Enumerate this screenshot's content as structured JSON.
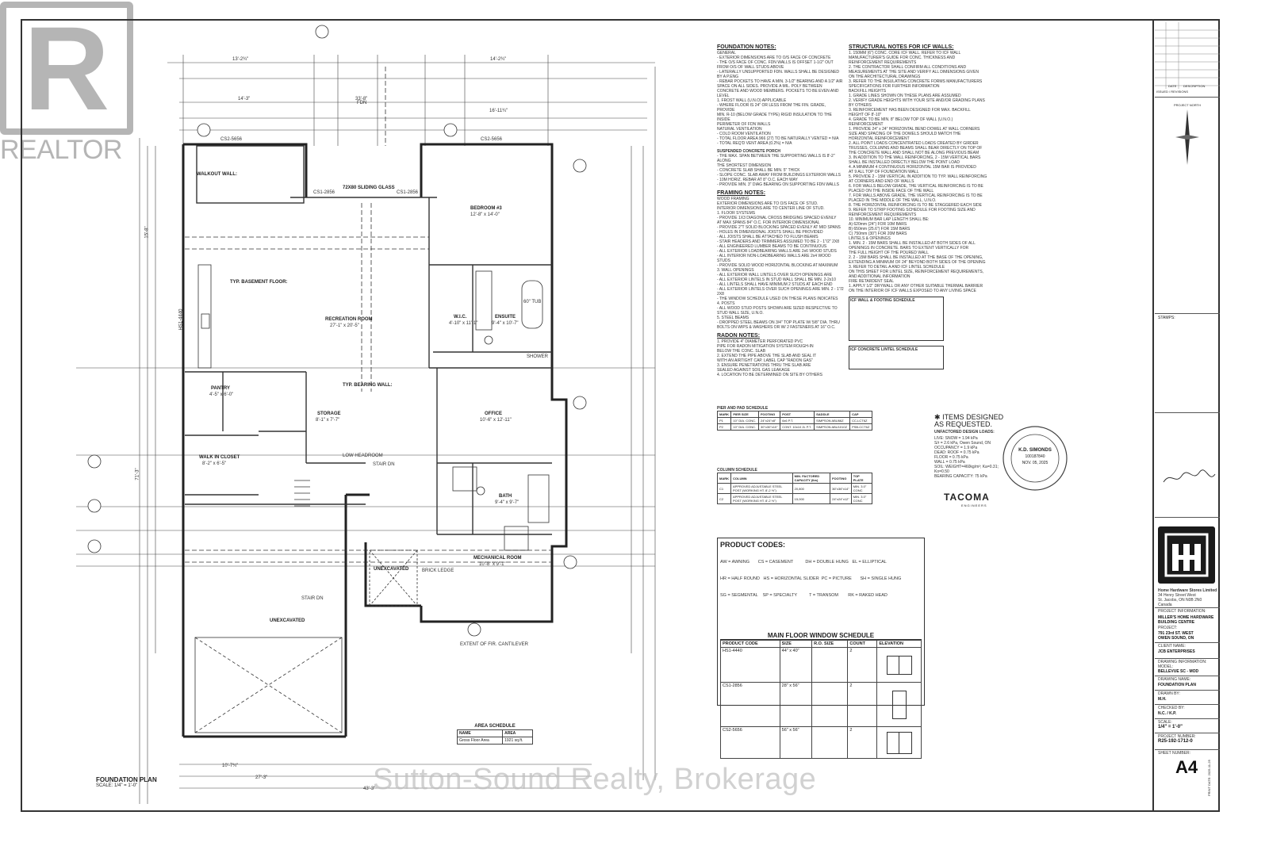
{
  "watermarks": {
    "realtor": "REALTOR",
    "brokerage": "Sutton-Sound Realty, Brokerage"
  },
  "plan": {
    "title": "FOUNDATION PLAN",
    "scale": "SCALE: 1/4\" = 1'-0\"",
    "rooms": {
      "walkout_wall": "WALKOUT WALL:",
      "bedroom": "BEDROOM #3",
      "bedroom_size": "12'-8\" x 14'-0\"",
      "wic": "W.I.C.",
      "wic_size": "4'-10\" x 11'-1\"",
      "ensuite": "ENSUITE",
      "ensuite_size": "9'-4\" x 10'-7\"",
      "recreation": "RECREATION ROOM",
      "recreation_size": "27'-1\" x 20'-5\"",
      "typ_basement_floor": "TYP. BASEMENT FLOOR:",
      "typ_bearing_wall": "TYP. BEARING WALL:",
      "pantry": "PANTRY",
      "pantry_size": "4'-5\" x 6'-0\"",
      "storage": "STORAGE",
      "storage_size": "8'-1\" x 7'-7\"",
      "walkin_closet": "WALK IN CLOSET",
      "walkin_closet_size": "8'-2\" x 6'-5\"",
      "office": "OFFICE",
      "office_size": "10'-6\" x 12'-11\"",
      "bath": "BATH",
      "bath_size": "9'-4\" x 9'-7\"",
      "mechanical": "MECHANICAL ROOM",
      "mechanical_size": "10'-8\" x 9'-1\"",
      "unexcavated": "UNEXCAVATED",
      "unexcavated2": "UNEXCAVATED",
      "stair_dn": "STAIR DN",
      "stair_dn2": "STAIR DN",
      "low_headroom": "LOW HEADROOM",
      "sliding_glass": "72X80 SLIDING GLASS",
      "tub": "60\" TUB",
      "shower": "SHOWER"
    },
    "labels": {
      "cs2_5656_a": "CS2-5656",
      "cs2_5656_b": "CS2-5656",
      "cs1_2856_a": "CS1-2856",
      "cs1_2856_b": "CS1-2856",
      "hs1_4440": "HS1-4440",
      "brick_ledge": "BRICK LEDGE",
      "fdn": "FDN",
      "extent": "EXTENT OF FIR. CANTILEVER"
    },
    "dims": {
      "top1": "13'-2¾\"",
      "top2": "14'-2¾\"",
      "top3": "14'-3\"",
      "top4": "33'-8\"",
      "top5": "16'-11¾\"",
      "left1": "15'-8\"",
      "left2": "71'-3\"",
      "bot1": "10'-7¾\"",
      "bot2": "27'-3\"",
      "bot3": "43'-3\""
    }
  },
  "notes": {
    "foundation_title": "FOUNDATION NOTES:",
    "foundation_lines": [
      "GENERAL",
      "- EXTERIOR DIMENSIONS ARE TO O/S FACE OF CONCRETE",
      "- THE O/S FACE OF CONC. FDN WALLS IS OFFSET 1-1/2\" OUT",
      "  FROM O/S OF WALL STUDS ABOVE",
      "- LATERALLY UNSUPPORTED FDN. WALLS SHALL BE DESIGNED",
      "  BY A P.ENG",
      "- REBAR POCKETS TO HAVE A MIN. 3-1/2\" BEARING AND A 1/2\" AIR",
      "  SPACE ON ALL SIDES. PROVIDE A MIL. POLY BETWEEN",
      "  CONCRETE AND WOOD MEMBERS. POCKETS TO BE EVEN AND LEVEL",
      "1. FROST WALL (U.N.O) APPLICABLE",
      "- WHERE FLOOR IS 24\" OR LESS FROM THE FIN. GRADE, PROVIDE",
      "  MIN. R-10 (BELOW GRADE TYPE) RIGID INSULATION TO THE INSIDE",
      "  PERIMETER OF FDN WALLS",
      "NATURAL VENTILATION",
      "- COLD ROOM VENTILATION",
      "- TOTAL FLOOR AREA 966 (27) TO BE NATURALLY VENTED = N/A",
      "- TOTAL REQ'D VENT AREA (0.2%) = N/A"
    ],
    "suspended_title": "SUSPENDED CONCRETE PORCH",
    "suspended_lines": [
      "- THE MAX. SPAN BETWEEN THE SUPPORTING WALLS IS 8'-2\" ALONG",
      "  THE SHORTEST DIMENSION",
      "- CONCRETE SLAB SHALL BE MIN. 5\" THICK",
      "- SLOPE CONC. SLAB AWAY FROM BUILDINGS EXTERIOR WALLS",
      "- 10M HORIZ. REBAR AT 8\" O.C. EACH WAY",
      "- PROVIDE MIN. 3\" DIAG BEARING ON SUPPORTING FDN WALLS"
    ],
    "framing_title": "FRAMING NOTES:",
    "framing_lines": [
      "WOOD FRAMING",
      "EXTERIOR DIMENSIONS ARE TO O/S FACE OF STUD.",
      "INTERIOR DIMENSIONS ARE TO CENTER LINE OF STUD.",
      "1. FLOOR SYSTEMS",
      "- PROVIDE 1X3 DIAGONAL CROSS BRIDGING SPACED EVENLY",
      "  AT MAX SPANS 84\" O.C. FOR INTERIOR DIMENSIONAL",
      "- PROVIDE 2\"T SOLID BLOCKING SPACED EVENLY AT MID SPANS",
      "- HOLES IN DIMENSIONAL JOISTS SHALL BE PROVIDED",
      "- ALL JOISTS SHALL BE ATTACHED TO FLUSH BEAMS",
      "- STAIR HEADERS AND TRIMMERS ASSUMED TO BE 2 - 1\"/2\" 2X8",
      "- ALL ENGINEERED LUMBER BEAMS TO BE CONTINUOUS",
      "- ALL EXTERIOR LOADBEARING WALLS ARE 2x6 WOOD STUDS",
      "- ALL INTERIOR NON-LOADBEARING WALLS ARE 2x4 WOOD STUDS",
      "- PROVIDE SOLID WOOD HORIZONTAL BLOCKING AT MAXIMUM",
      "3. WALL OPENINGS",
      "- ALL EXTERIOR WALL LINTELS OVER SUCH OPENINGS ARE",
      "- ALL EXTERIOR LINTELS IN STUD WALL SHALL BE MIN. 2-2x10",
      "- ALL LINTELS SHALL HAVE MINIMUM 2 STUDS AT EACH END",
      "- ALL EXTERIOR LINTELS OVER SUCH OPENINGS ARE MIN. 2 - 1\"/2 2X8",
      "- THE WINDOW SCHEDULE USED ON THESE PLANS INDICATES",
      "4. POSTS",
      "- ALL WOOD STUD POSTS SHOWN ARE SIZED RESPECTIVE TO",
      "  STUD WALL SIZE, U.N.O.",
      "5. STEEL BEAMS",
      "- DROPPED STEEL BEAMS ON 3/4\" TOP PLATE W/ 5/8\" DIA. THRU",
      "  BOLTS ON WIPS & WASHERS OR W/ 2 FASTENERS AT 16\" O.C."
    ],
    "radon_title": "RADON NOTES:",
    "radon_lines": [
      "1. PROVIDE 4\" DIAMETER PERFORATED PVC",
      "   PIPE FOR RADON MITIGATION SYSTEM ROUGH-IN",
      "   BELOW THE CONC. SLAB",
      "2. EXTEND THE PIPE ABOVE THE SLAB AND SEAL IT",
      "   WITH AN AIRTIGHT CAP. LABEL CAP \"RADON GAS\"",
      "3. ENSURE PENETRATIONS THRU THE SLAB ARE",
      "   SEALED AGAINST SOIL GAS LEAKAGE",
      "4. LOCATION TO BE DETERMINED ON SITE BY OTHERS"
    ],
    "icf_title": "STRUCTURAL NOTES FOR ICF WALLS:",
    "icf_lines": [
      "1. 150MM (6\") CONC. CORE ICF WALL. REFER TO ICF WALL",
      "   MANUFACTURER'S GUIDE FOR CONC. THICKNESS AND",
      "   REINFORCEMENT REQUIREMENTS",
      "2. THE CONTRACTOR SHALL CONFIRM ALL CONDITIONS AND",
      "   MEASUREMENTS AT THE SITE AND VERIFY ALL DIMENSIONS GIVEN",
      "   ON THE ARCHITECTURAL DRAWINGS",
      "3. REFER TO THE INSULATING CONCRETE FORMS MANUFACTURERS",
      "   SPECIFICATIONS FOR FURTHER INFORMATION",
      "BACKFILL HEIGHTS",
      "1. GRADE LINES SHOWN ON THESE PLANS ARE ASSUMED",
      "2. VERIFY GRADE HEIGHTS WITH YOUR SITE AND/OR GRADING PLANS",
      "   BY OTHERS",
      "3. REINFORCEMENT HAS BEEN DESIGNED FOR MAX. BACKFILL",
      "   HEIGHT OF 8'-10\"",
      "4. GRADE TO BE MIN. 8\" BELOW TOP OF WALL (U.N.O.)",
      "REINFORCEMENT",
      "1. PROVIDE 24\" x 24\" HORIZONTAL BEND DOWEL AT WALL CORNERS",
      "   SIZE AND SPACING OF THE DOWELS SHOULD MATCH THE",
      "   HORIZONTAL REINFORCEMENT",
      "2. ALL POINT LOADS CONCENTRATED LOADS CREATED BY GIRDER",
      "   TRUSSES, COLUMNS AND BEAMS SHALL BEAR DIRECTLY ON TOP OF",
      "   THE CONCRETE WALL AND SHALL NOT BE ALONG PREVIOUS BEAM",
      "3. IN ADDITION TO THE WALL REINFORCING, 2 - 15M VERTICAL BARS",
      "   SHALL BE INSTALLED DIRECTLY BELOW THE POINT LOAD",
      "4. A MINIMUM 4 CONTINUOUS HORIZONTAL 15M BAR IS PROVIDED",
      "   AT 9 ALL TOP OF FOUNDATION WALL",
      "5. PROVIDE 2 - 15M VERTICAL IN ADDITION TO TYP. WALL REINFORCING",
      "   AT CORNERS AND END OF WALLS",
      "6. FOR WALLS BELOW GRADE, THE VERTICAL REINFORCING IS TO BE",
      "   PLACED ON THE INSIDE FACE OF THE WALL",
      "7. FOR WALLS ABOVE GRADE, THE VERTICAL REINFORCING IS TO BE",
      "   PLACED IN THE MIDDLE OF THE WALL, U.N.O.",
      "8. THE HORIZONTAL REINFORCING IS TO BE STAGGERED EACH SIDE",
      "9. REFER TO STRIP FOOTING SCHEDULE FOR FOOTING SIZE AND",
      "   REINFORCEMENT REQUIREMENTS",
      "10. MINIMUM BAR LAP LENGTH SHALL BE:",
      "    A) 620mm (24\") FOR 10M BARS",
      "    B) 650mm (25.6\") FOR 15M BARS",
      "    C) 750mm (30\") FOR 20M BARS",
      "LINTELS & OPENINGS",
      "1. MIN. 2 - 15M BARS SHALL BE INSTALLED AT BOTH SIDES OF ALL",
      "   OPENINGS IN CONCRETE. BARS TO EXTENT VERTICALLY FOR",
      "   THE FULL HEIGHT OF THE POURED WALL",
      "2. 2 - 15M BARS SHALL BE INSTALLED AT THE BASE OF THE OPENING,",
      "   EXTENDING A MINIMUM OF 24\" BEYOND BOTH SIDES OF THE OPENING",
      "3. REFER TO DETAIL A AND ICF LINTEL SCHEDULE",
      "   ON THIS SHEET FOR LINTEL SIZE, REINFORCEMENT REQUIREMENTS,",
      "   AND ADDITIONAL INFORMATION",
      "FIRE RETARDENT SEAL",
      "1. APPLY 1/2\" DRYWALL OR ANY OTHER SUITABLE THERMAL BARRIER",
      "   ON THE INTERIOR OF ICF WALLS EXPOSED TO ANY LIVING SPACE"
    ],
    "icf_schedule_title": "ICF WALL & FOOTING SCHEDULE",
    "icf_lintel_title": "ICF CONCRETE LINTEL SCHEDULE"
  },
  "pier_schedule": {
    "title": "PIER AND PAD SCHEDULE",
    "headers": [
      "MARK",
      "PIER SIZE",
      "FOOTING",
      "POST",
      "SADDLE",
      "CAP"
    ],
    "rows": [
      [
        "P1",
        "10\" DIA. CONC.",
        "24\"x24\"x8\"",
        "6x6 P.T.",
        "SIMPSON ABU66Z",
        "CC-LCT6Z"
      ],
      [
        "P2",
        "10\" DIA. CONC.",
        "30\"x30\"x10\"",
        "CONT. 10x10 2L P.T.",
        "SIMPSON ABU1010Z",
        "PSB-CCT6Z"
      ]
    ]
  },
  "column_schedule": {
    "title": "COLUMN SCHEDULE",
    "headers": [
      "MARK",
      "COLUMN",
      "MIN. FACTORED CAPACITY (lbs)",
      "FOOTING",
      "TOP PLATE"
    ],
    "rows": [
      [
        "C1",
        "APPROVED ADJUSTABLE STEEL POST (WORKING HT. 8'-2 ½\")",
        "20,800",
        "36\"x36\"x14\"",
        "MIN. 3.0\" CONC"
      ],
      [
        "C2",
        "APPROVED ADJUSTABLE STEEL POST (WORKING HT. 8'-2 ½\")",
        "15,000",
        "24\"x24\"x12\"",
        "MIN. 3.0\" CONC"
      ]
    ]
  },
  "design_loads": {
    "title": "ITEMS DESIGNED AS REQUESTED.",
    "subtitle": "UNFACTORED DESIGN LOADS:",
    "lines": [
      "LIVE:  SNOW = 1.94 kPa",
      "       S/r = 2.6 kPa, Owen Sound, ON",
      "       OCCUPANCY = 1.9 kPa",
      "DEAD:  ROOF = 0.75 kPa",
      "       FLOOR = 0.75 kPa",
      "       WALL = 0.75 kPa",
      "SOIL:  WEIGHT=460kg/m³; Ka=0.31; Ko=0.50",
      "       BEARING CAPACITY: 75 kPa"
    ],
    "seal_name": "K.D. SIMONDS",
    "seal_number": "100187840",
    "seal_date": "NOV. 05, 2025",
    "engineer_logo": "TACOMA",
    "engineer_sub": "ENGINEERS"
  },
  "product_codes": {
    "title": "PRODUCT CODES:",
    "lines": [
      "AW = AWNING       CS = CASEMENT          DH = DOUBLE HUNG   EL = ELLIPTICAL",
      "HR = HALF ROUND   HS = HORIZONTAL SLIDER  PC = PICTURE       SH = SINGLE HUNG",
      "SG = SEGMENTAL    SP = SPECIALTY          T = TRANSOM        RK = RAKED HEAD"
    ]
  },
  "window_schedule": {
    "title": "MAIN FLOOR WINDOW SCHEDULE",
    "headers": [
      "PRODUCT CODE",
      "SIZE",
      "R.O. SIZE",
      "COUNT",
      "ELEVATION"
    ],
    "rows": [
      [
        "HS1-4440",
        "44\" x 40\"",
        "",
        "2"
      ],
      [
        "CS1-2856",
        "28\" x 56\"",
        "",
        "2"
      ],
      [
        "CS2-5656",
        "56\" x 56\"",
        "",
        "2"
      ]
    ]
  },
  "area_schedule": {
    "title": "AREA SCHEDULE",
    "headers": [
      "NAME",
      "AREA"
    ],
    "rows": [
      [
        "Gross Floor Area",
        "1921 sq.ft."
      ]
    ]
  },
  "title_block": {
    "revisions_header": [
      "DATE",
      "DESCRIPTION"
    ],
    "revisions_label": "ISSUED / REVISIONS",
    "north_label": "PROJECT NORTH",
    "stamps_label": "STAMPS:",
    "company_lines": [
      "Home Hardware Stores Limited",
      "34 Henry Street West",
      "St. Jacobs, ON N0B 2N0",
      "Canada"
    ],
    "project_info_label": "PROJECT INFORMATION:",
    "project_lines": [
      "MILLER'S HOME HARDWARE",
      "BUILDING CENTRE"
    ],
    "address_label": "PROJECT:",
    "address_lines": [
      "791 23rd ST. WEST",
      "OWEN SOUND, ON"
    ],
    "client_label": "CLIENT NAME:",
    "client": "JCB ENTERPRISES",
    "drawing_info_label": "DRAWING INFORMATION:",
    "model_label": "MODEL:",
    "model": "BELLEVUE SC - MOD",
    "drawing_name_label": "DRAWING NAME:",
    "drawing_name": "FOUNDATION PLAN",
    "drawn_by_label": "DRAWN BY:",
    "drawn_by": "M.H.",
    "checked_by_label": "CHECKED BY:",
    "checked_by": "N.C. / K.P.",
    "scale_label": "SCALE:",
    "scale": "1/4\" = 1'-0\"",
    "project_number_label": "PROJECT NUMBER:",
    "project_number": "R25-192-1712-0",
    "sheet_number_label": "SHEET NUMBER:",
    "sheet_number": "A4",
    "print_date": "PRINT DATE: 2025-11-25"
  }
}
